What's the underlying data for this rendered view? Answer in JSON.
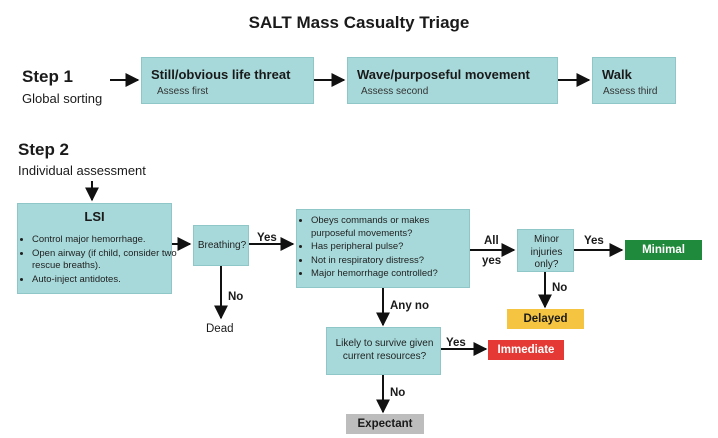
{
  "title": "SALT Mass Casualty Triage",
  "step1": {
    "heading": "Step 1",
    "subheading": "Global sorting",
    "boxes": [
      {
        "label": "Still/obvious life threat",
        "sub": "Assess first"
      },
      {
        "label": "Wave/purposeful movement",
        "sub": "Assess second"
      },
      {
        "label": "Walk",
        "sub": "Assess third"
      }
    ]
  },
  "step2": {
    "heading": "Step 2",
    "subheading": "Individual assessment",
    "lsi": {
      "title": "LSI",
      "items": [
        "Control major hemorrhage.",
        "Open airway (if child, consider two rescue breaths).",
        "Auto-inject antidotes."
      ]
    },
    "breathing": "Breathing?",
    "dead": "Dead",
    "checks": [
      "Obeys commands or makes purposeful movements?",
      "Has peripheral pulse?",
      "Not in respiratory distress?",
      "Major hemorrhage controlled?"
    ],
    "minor": "Minor injuries only?",
    "likely": "Likely to survive given current resources?",
    "labels": {
      "yes": "Yes",
      "no": "No",
      "all": "All",
      "all_yes": "yes",
      "any_no": "Any no"
    },
    "outcomes": {
      "minimal": "Minimal",
      "delayed": "Delayed",
      "immediate": "Immediate",
      "expectant": "Expectant"
    }
  },
  "colors": {
    "box_fill": "#a7d9da",
    "minimal": "#1f8a3b",
    "delayed": "#f5c542",
    "immediate": "#e53935",
    "expectant": "#bdbdbd"
  }
}
